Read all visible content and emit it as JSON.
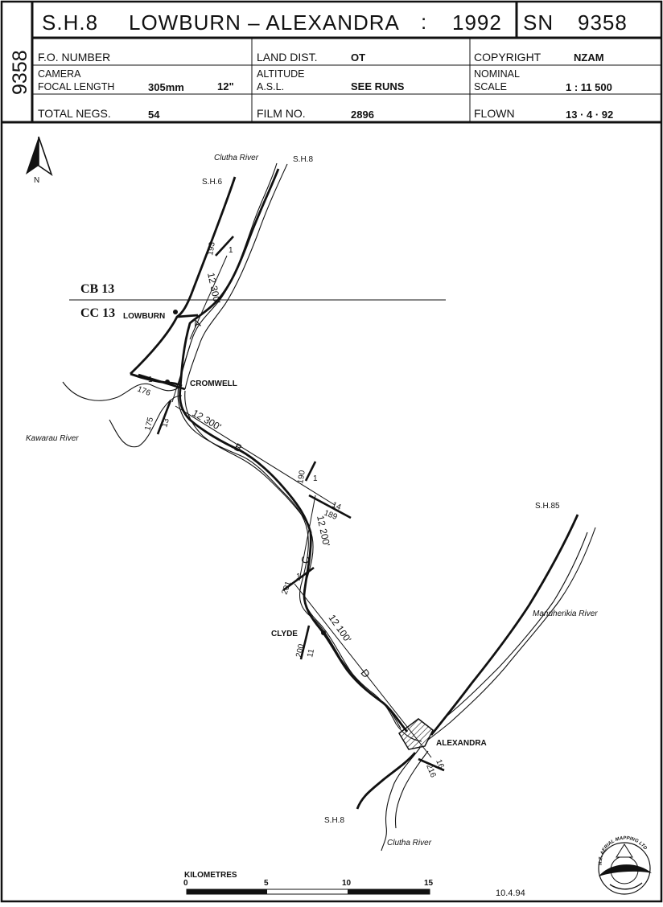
{
  "header": {
    "sheet_id": "9358",
    "title_left": "S.H.8",
    "title_route": "LOWBURN – ALEXANDRA",
    "title_colon": ":",
    "year": "1992",
    "sn_label": "SN",
    "sn_value": "9358",
    "fo_number_label": "F.O. NUMBER",
    "land_dist_label": "LAND DIST.",
    "land_dist_value": "OT",
    "copyright_label": "COPYRIGHT",
    "copyright_value": "NZAM",
    "camera_label": "CAMERA",
    "focal_length_label": "FOCAL LENGTH",
    "focal_length_mm": "305mm",
    "focal_length_in": "12\"",
    "altitude_label": "ALTITUDE",
    "asl_label": "A.S.L.",
    "altitude_value": "SEE RUNS",
    "nominal_label": "NOMINAL",
    "scale_label": "SCALE",
    "scale_value": "1 : 11 500",
    "total_negs_label": "TOTAL NEGS.",
    "total_negs_value": "54",
    "film_no_label": "FILM NO.",
    "film_no_value": "2896",
    "flown_label": "FLOWN",
    "flown_value": "13 · 4 · 92"
  },
  "map": {
    "north_label": "N",
    "places": {
      "lowburn": "LOWBURN",
      "cromwell": "CROMWELL",
      "clyde": "CLYDE",
      "alexandra": "ALEXANDRA"
    },
    "roads": {
      "sh6": "S.H.6",
      "sh8_north": "S.H.8",
      "sh85": "S.H.85",
      "sh8_south": "S.H.8"
    },
    "rivers": {
      "clutha_north": "Clutha River",
      "kawarau": "Kawarau River",
      "manuherikia": "Manuherikia River",
      "clutha_south": "Clutha River"
    },
    "map_sheets": {
      "cb13": "CB 13",
      "cc13": "CC 13"
    },
    "runs": {
      "a": "A",
      "b": "B",
      "c": "C",
      "d": "D"
    },
    "altitudes": {
      "a": "12 300'",
      "b": "12 300'",
      "c": "12 200'",
      "d": "12 100'"
    },
    "frames": {
      "a_top": "193",
      "a_top_run": "1",
      "a_end_run": "1",
      "a_end": "176",
      "b_start": "175",
      "b_start_run": "13",
      "b_end_run": "14",
      "b_end": "189",
      "c_top": "190",
      "c_top_run": "1",
      "c_bottom_run": "1",
      "c_bottom": "201",
      "d_top": "200",
      "d_top_run": "11",
      "d_end_run": "16",
      "d_end": "216"
    }
  },
  "scale_bar": {
    "title": "KILOMETRES",
    "ticks": [
      "0",
      "5",
      "10",
      "15"
    ]
  },
  "footer": {
    "date": "10.4.94",
    "logo_text": "N.Z. AERIAL MAPPING LTD"
  }
}
